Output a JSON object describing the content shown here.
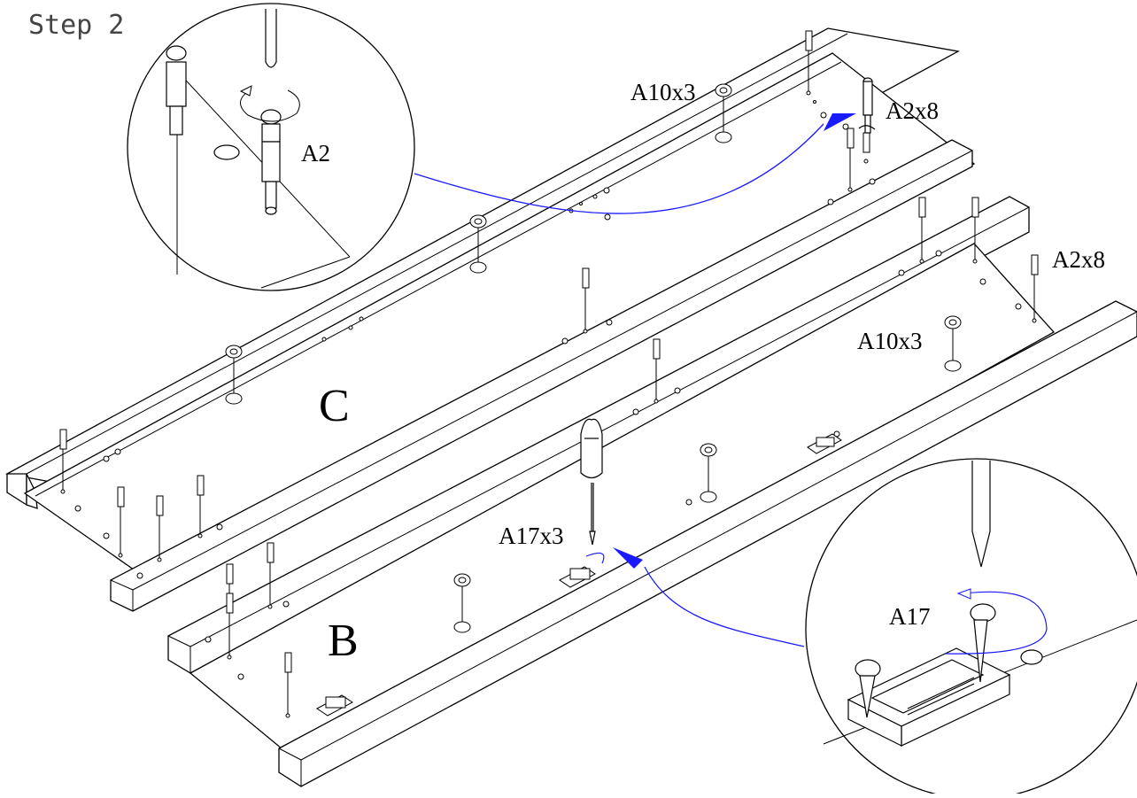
{
  "step_title": "Step 2",
  "labels": {
    "a10x3_top": "A10x3",
    "a2x8_top": "A2x8",
    "a2x8_right": "A2x8",
    "a10x3_right": "A10x3",
    "a17x3": "A17x3",
    "panel_c": "C",
    "panel_b": "B"
  },
  "details": {
    "top_left": {
      "label": "A2"
    },
    "bottom_right": {
      "label": "A17"
    }
  },
  "colors": {
    "line": "#000000",
    "arrow": "#1a1aff",
    "background": "#ffffff"
  }
}
